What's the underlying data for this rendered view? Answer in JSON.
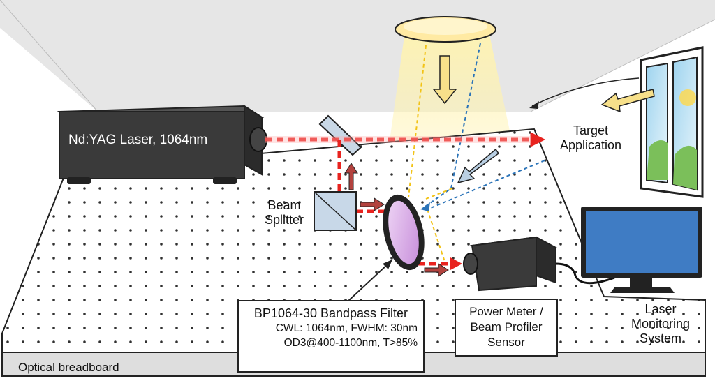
{
  "labels": {
    "laser": "Nd:YAG Laser, 1064nm",
    "beam_splitter": [
      "Beam",
      "Splitter"
    ],
    "target_application": [
      "Target",
      "Application"
    ],
    "filter_title": "BP1064-30 Bandpass Filter",
    "filter_spec1": "CWL: 1064nm, FWHM: 30nm",
    "filter_spec2": "OD3@400-1100nm, T>85%",
    "sensor": [
      "Power Meter /",
      "Beam Profiler",
      "Sensor"
    ],
    "monitoring_system": [
      "Laser",
      "Monitoring",
      "System"
    ],
    "breadboard": "Optical breadboard"
  },
  "colors": {
    "laser_beam": "#e8231f",
    "ambient_light": "#f2c318",
    "stray_light": "#2a73b8",
    "filter_tint": "#d6a3e6",
    "monitor_screen": "#3f7cc4",
    "ceiling": "#e6e6e6",
    "device_body": "#3a3a3a"
  }
}
